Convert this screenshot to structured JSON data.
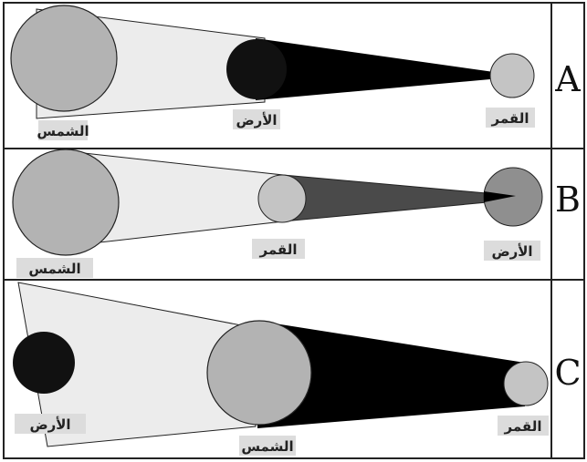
{
  "figure": {
    "panels": [
      {
        "letter": "A",
        "labels": {
          "sun": "الشمس",
          "earth": "الأرض",
          "moon": "القمر"
        }
      },
      {
        "letter": "B",
        "labels": {
          "sun": "الشمس",
          "moon": "القمر",
          "earth": "الأرض"
        }
      },
      {
        "letter": "C",
        "labels": {
          "earth": "الأرض",
          "sun": "الشمس",
          "moon": "القمر"
        }
      }
    ]
  },
  "colors": {
    "sun": "#b3b3b3",
    "light_cone": "#ececec",
    "shadow": "#000000",
    "earth_dark": "#111111",
    "earth_gray": "#8f8f8f",
    "moon": "#c4c4c4",
    "label_bg": "#dcdcdc",
    "frame": "#222222"
  }
}
